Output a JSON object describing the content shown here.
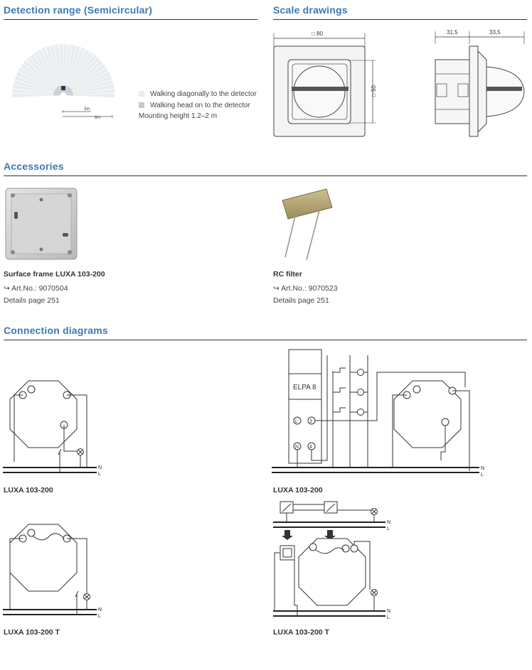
{
  "sections": {
    "detection": "Detection range (Semicircular)",
    "scale": "Scale drawings",
    "accessories": "Accessories",
    "connection": "Connection diagrams"
  },
  "detection": {
    "scale_small": "3m",
    "scale_large": "8m",
    "legend_diagonal": "Walking diagonally to the detector",
    "legend_headon": "Walking head on to the detector",
    "mounting": "Mounting height 1.2–2 m",
    "colors": {
      "diagonal": "#e9ecf0",
      "headon": "#c4c8cc",
      "sensor": "#1f3d64"
    }
  },
  "scale": {
    "width_label": "□ 80",
    "height_label": "□ 50",
    "depth_a": "31,5",
    "depth_b": "33,5"
  },
  "accessories": [
    {
      "name": "Surface frame LUXA 103-200",
      "art": "Art.No.: 9070504",
      "details": "Details page 251"
    },
    {
      "name": "RC filter",
      "art": "Art.No.: 9070523",
      "details": "Details page 251"
    }
  ],
  "connection": {
    "captions": [
      "LUXA 103-200",
      "LUXA 103-200",
      "LUXA 103-200 T",
      "LUXA 103-200 T"
    ],
    "elpa_label": "ELPA 8",
    "line_n": "N",
    "line_l": "L",
    "terminals": {
      "L": "L",
      "three": "3",
      "N": "N",
      "four": "4"
    }
  },
  "colors": {
    "accent": "#3b78b8",
    "text": "#333333"
  }
}
